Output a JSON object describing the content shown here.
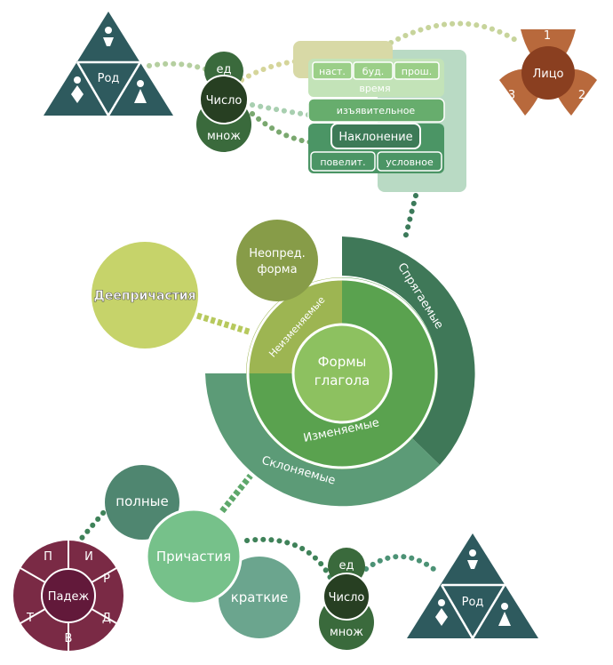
{
  "center": {
    "line1": "Формы",
    "line2": "глагола"
  },
  "rings": {
    "nonchanging": "Неизменяемые",
    "changing": "Изменяемые",
    "conjugated": "Спрягаемые",
    "declined": "Склоняемые"
  },
  "infinitive": {
    "line1": "Неопред.",
    "line2": "форма"
  },
  "gerund": "Деепричастия",
  "participle": "Причастия",
  "participle_full": "полные",
  "participle_short": "краткие",
  "case": {
    "title": "Падеж",
    "letters": [
      "И",
      "Р",
      "Д",
      "В",
      "Т",
      "П"
    ]
  },
  "mood": {
    "tenses": [
      "наст.",
      "буд.",
      "прош."
    ],
    "time": "время",
    "indicative": "изъявительное",
    "title": "Наклонение",
    "imperative": "повелит.",
    "conditional": "условное"
  },
  "person": {
    "title": "Лицо",
    "n1": "1",
    "n2": "2",
    "n3": "3"
  },
  "number_top": {
    "title": "Число",
    "sg": "ед",
    "pl": "множ"
  },
  "number_bottom": {
    "title": "Число",
    "sg": "ед",
    "pl": "множ"
  },
  "gender_top": {
    "title": "Род"
  },
  "gender_bottom": {
    "title": "Род"
  }
}
